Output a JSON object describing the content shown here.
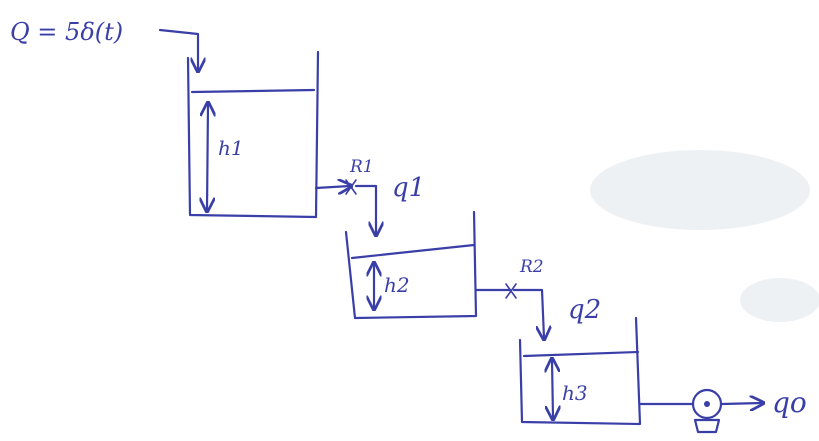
{
  "labels": {
    "inflow": "Q = 5δ(t)",
    "tank1_level": "h1",
    "tank2_level": "h2",
    "tank3_level": "h3",
    "resistance1": "R1",
    "resistance2": "R2",
    "flow1": "q1",
    "flow2": "q2",
    "outflow": "qo"
  },
  "colors": {
    "ink": "#3a3fa8",
    "paper": "#ffffff"
  },
  "icons": {
    "pump": "pump-icon"
  }
}
